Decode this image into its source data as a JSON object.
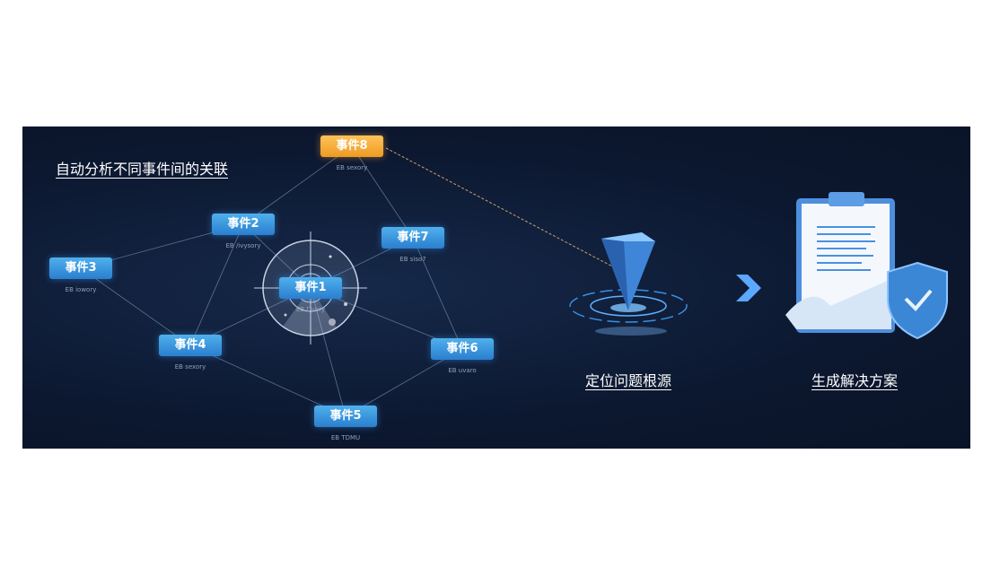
{
  "title": "自动分析不同事件间的关联",
  "nodes": [
    {
      "id": "8",
      "label": "事件8",
      "sub": "EB sexory",
      "highlight": true
    },
    {
      "id": "2",
      "label": "事件2",
      "sub": "EB /ivysory"
    },
    {
      "id": "3",
      "label": "事件3",
      "sub": "EB iowory"
    },
    {
      "id": "7",
      "label": "事件7",
      "sub": "EB siso7"
    },
    {
      "id": "1",
      "label": "事件1",
      "sub": "EB Dvory"
    },
    {
      "id": "4",
      "label": "事件4",
      "sub": "EB sexory"
    },
    {
      "id": "6",
      "label": "事件6",
      "sub": "EB uvaro"
    },
    {
      "id": "5",
      "label": "事件5",
      "sub": "EB TDMU"
    }
  ],
  "steps": {
    "locate": "定位问题根源",
    "solution": "生成解决方案"
  },
  "colors": {
    "highlight": "#f0a22c",
    "node": "#3a96de",
    "background": "#0c1830"
  }
}
